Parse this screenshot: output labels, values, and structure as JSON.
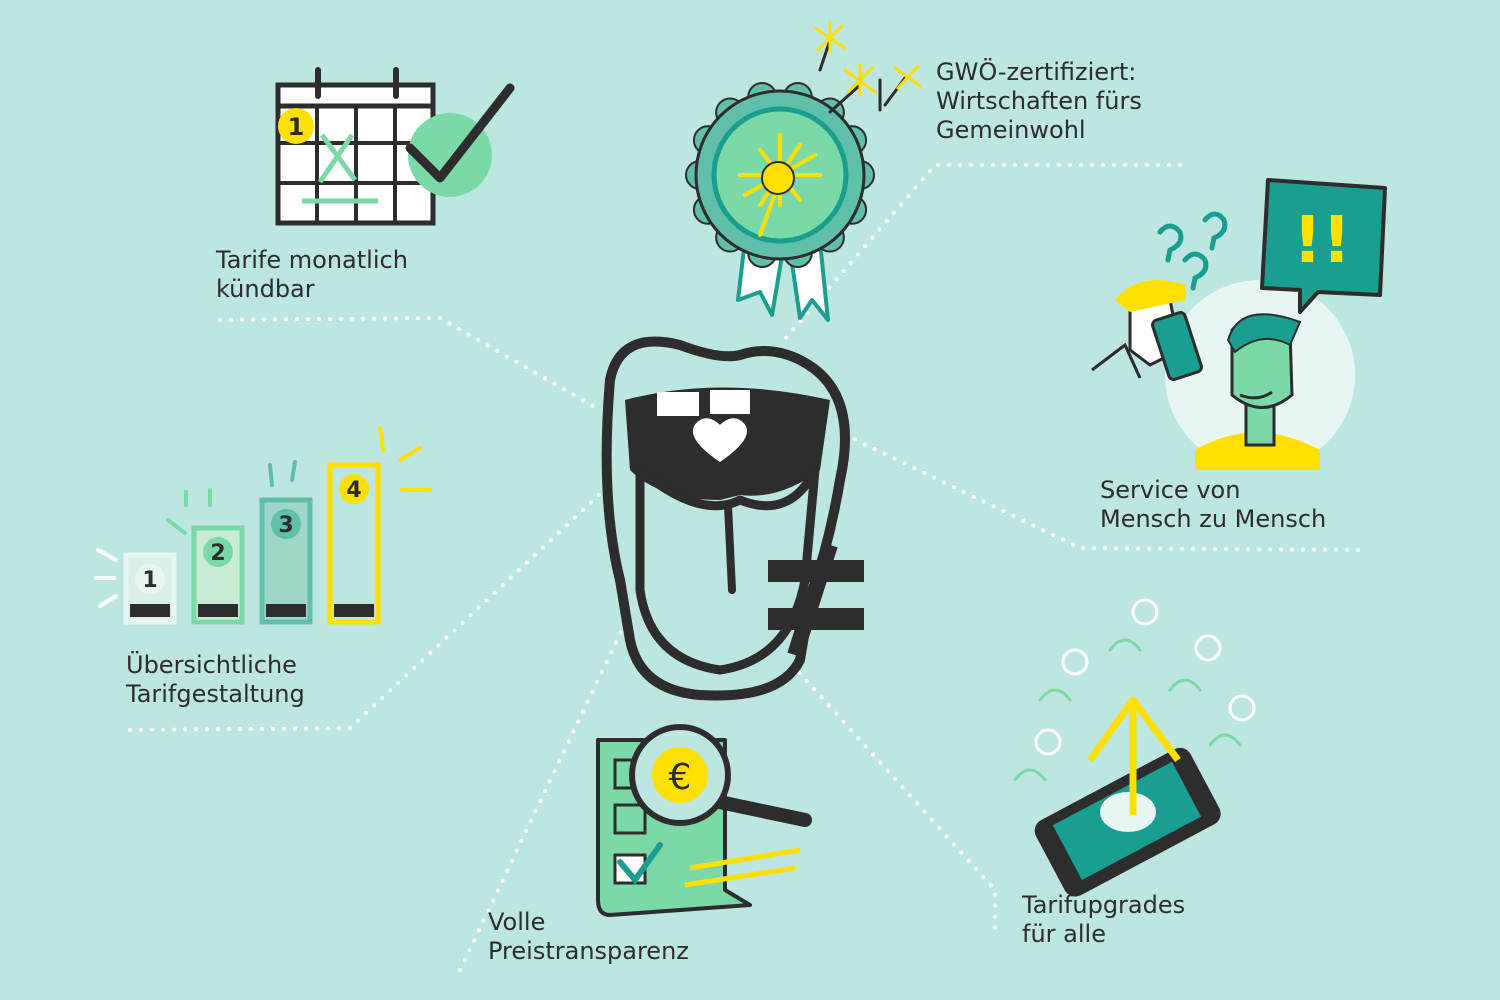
{
  "colors": {
    "background": "#bde6e0",
    "dark": "#2d2d2d",
    "green": "#7bd9a7",
    "teal": "#1a9e8f",
    "mint": "#c8ecd3",
    "yellow": "#ffe000",
    "white": "#ffffff"
  },
  "center": {
    "icon": "mouth-tongue-heart-not-equal-icon"
  },
  "features": [
    {
      "icon": "calendar-check-icon",
      "lines": [
        "Tarife monatlich",
        "kündbar"
      ]
    },
    {
      "icon": "certificate-rosette-icon",
      "lines": [
        "GWÖ-zertifiziert:",
        "Wirtschaften fürs",
        "Gemeinwohl"
      ]
    },
    {
      "icon": "customer-service-icon",
      "lines": [
        "Service von",
        "Mensch zu Mensch"
      ]
    },
    {
      "icon": "tariff-bars-icon",
      "lines": [
        "Übersichtliche",
        "Tarifgestaltung"
      ]
    },
    {
      "icon": "price-magnifier-icon",
      "lines": [
        "Volle",
        "Preistransparenz"
      ]
    },
    {
      "icon": "phone-upgrade-icon",
      "lines": [
        "Tarifupgrades",
        "für alle"
      ]
    }
  ],
  "tariff_bars": [
    {
      "number": "1"
    },
    {
      "number": "2"
    },
    {
      "number": "3"
    },
    {
      "number": "4"
    }
  ],
  "calendar_badge": "1",
  "speech_bubble": "!!",
  "currency_symbol": "€"
}
